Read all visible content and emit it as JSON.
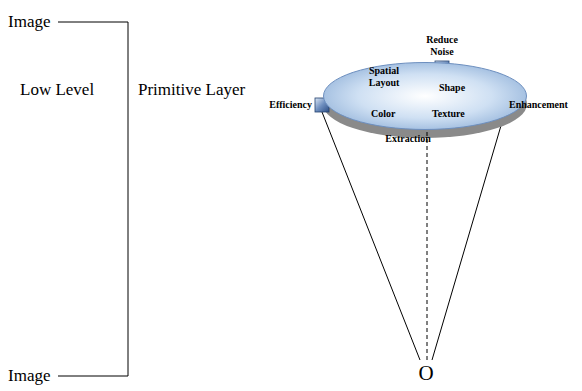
{
  "diagram": {
    "nodes": [
      {
        "text": [
          "Spatial Layout",
          "Shape",
          "Color",
          "Texture"
        ]
      }
    ],
    "labels": [
      "Image",
      "Low Level",
      "Primitive Layer",
      "Image",
      "Reduce Noise",
      "Efficiency",
      "Enhancement",
      "Extraction",
      "O"
    ]
  }
}
